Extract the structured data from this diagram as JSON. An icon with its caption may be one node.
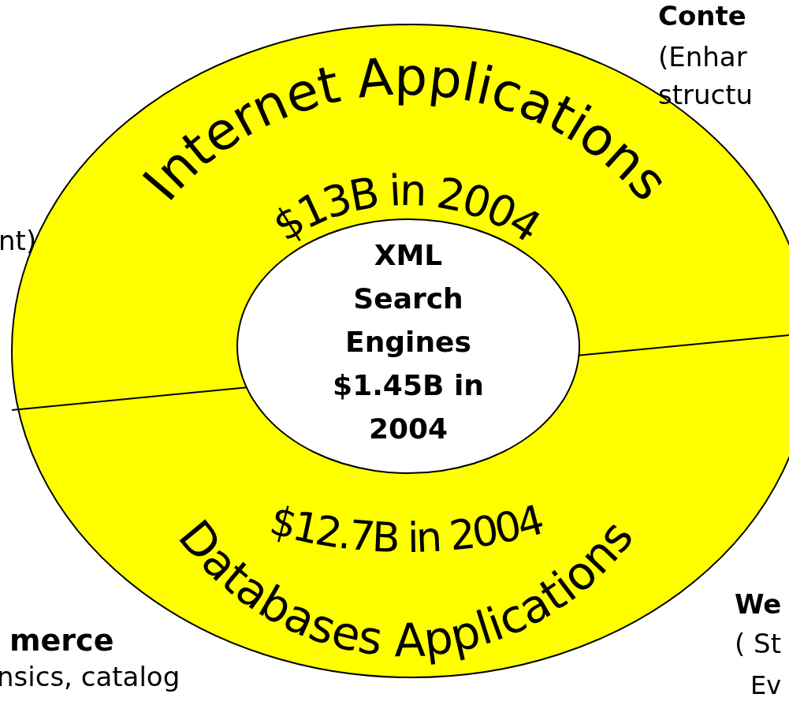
{
  "diagram": {
    "nodes": [
      {
        "text": [
          "Internet Applications",
          "$13B in 2004",
          "$12.7B in 2004",
          "Databases Applications"
        ]
      },
      {
        "text": [
          "XML Search Engines",
          "$1.45B in 2004"
        ],
        "in": 0
      }
    ],
    "labels": [
      "Conte",
      "(Enhar",
      "structu",
      "nt)",
      "merce",
      "nsics, catalog",
      "We",
      "( St",
      "Ev"
    ]
  }
}
